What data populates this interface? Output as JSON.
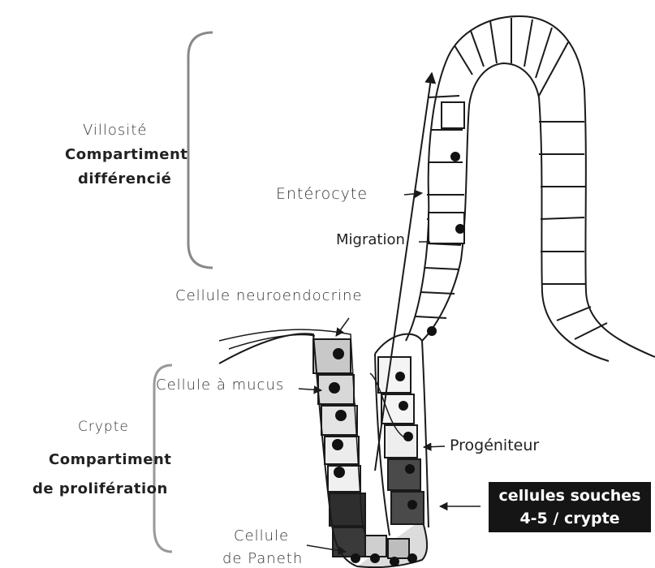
{
  "labels": {
    "villus_line1": "Villosité",
    "villus_line2": "Compartiment",
    "villus_line3": "différencié",
    "enterocyte": "Entérocyte",
    "migration": "Migration",
    "neuroendocrine": "Cellule neuroendocrine",
    "mucus_cell": "Cellule à mucus",
    "crypt_line1": "Crypte",
    "crypt_line2": "Compartiment",
    "crypt_line3": "de prolifération",
    "progenitor": "Progéniteur",
    "stem_line1": "cellules souches",
    "stem_line2": "4-5 / crypte",
    "paneth_line1": "Cellule",
    "paneth_line2": "de Paneth"
  },
  "colors": {
    "outline": "#1a1a1a",
    "stem_box_bg": "#151515",
    "stem_box_text": "#ffffff",
    "stem_cell_fill": "#4a4a4a",
    "paneth_fill": "#2e2e2e",
    "mucus_fill": "#d2d2d2"
  }
}
